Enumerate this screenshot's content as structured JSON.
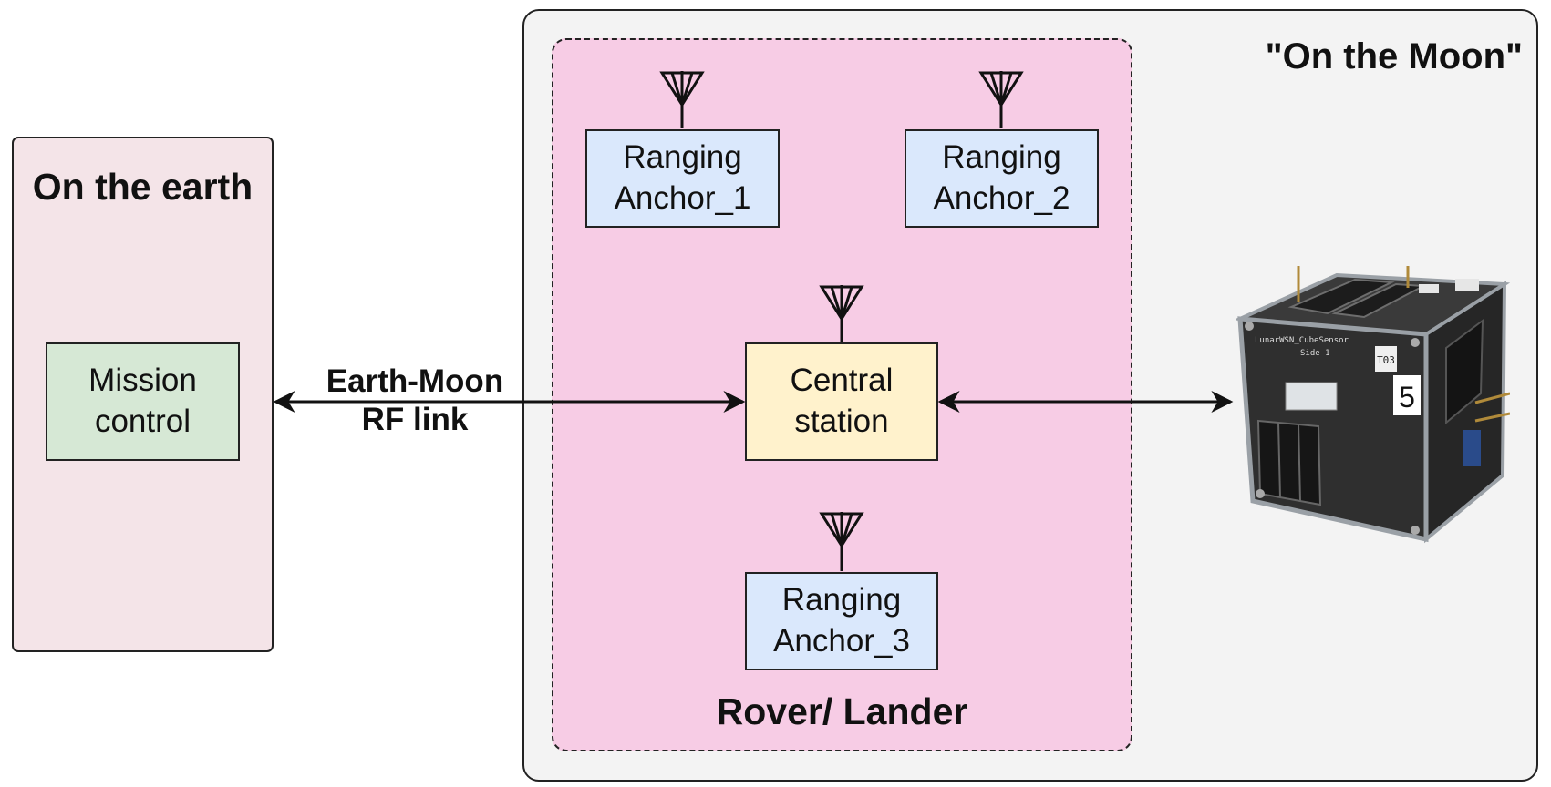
{
  "earth": {
    "title": "On the earth",
    "mission_control": "Mission\ncontrol"
  },
  "moon": {
    "title": "\"On the Moon\""
  },
  "rover": {
    "title": "Rover/ Lander",
    "anchor_1": "Ranging\nAnchor_1",
    "anchor_2": "Ranging\nAnchor_2",
    "anchor_3": "Ranging\nAnchor_3",
    "central_station": "Central\nstation"
  },
  "link": {
    "label": "Earth-Moon\nRF link"
  },
  "cube_sensor": {
    "label": "LunarWSN_CubeSensor",
    "side": "Side 1",
    "chip": "T03",
    "number": "5"
  },
  "colors": {
    "earth_bg": "#f4e4e8",
    "moon_bg": "#f3f3f3",
    "rover_bg": "#f7cce5",
    "mission_bg": "#d6e8d5",
    "anchor_bg": "#dae8fc",
    "central_bg": "#fff2cc"
  }
}
